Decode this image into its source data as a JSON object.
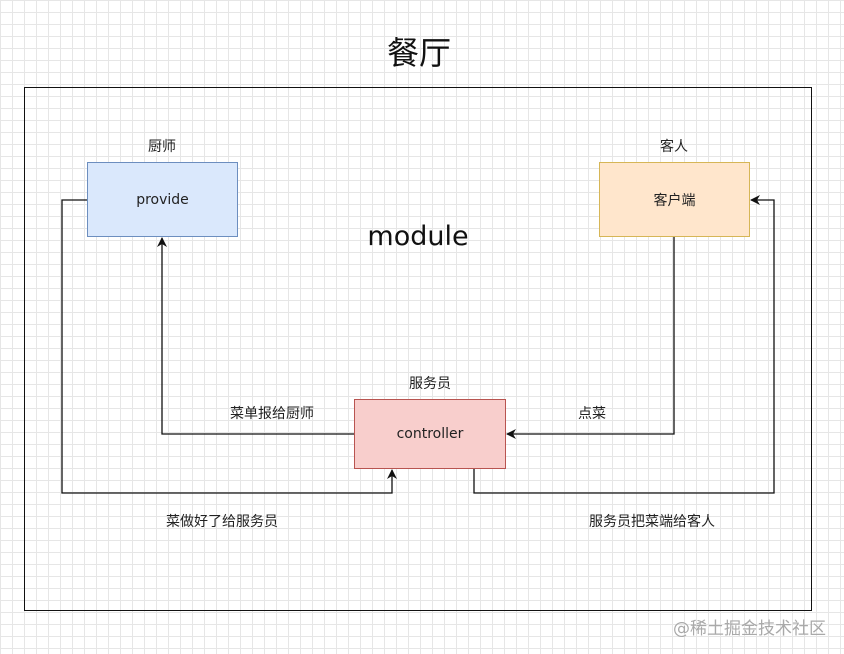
{
  "diagram": {
    "title": "餐厅",
    "center_label": "module",
    "nodes": {
      "provide": {
        "text": "provide",
        "caption": "厨师"
      },
      "client": {
        "text": "客户端",
        "caption": "客人"
      },
      "controller": {
        "text": "controller",
        "caption": "服务员"
      }
    },
    "edges": {
      "order": "点菜",
      "report_to_chef": "菜单报给厨师",
      "food_to_waiter": "菜做好了给服务员",
      "waiter_to_guest": "服务员把菜端给客人"
    },
    "colors": {
      "provide_fill": "#dae8fc",
      "provide_border": "#6c8ebf",
      "client_fill": "#ffe6cc",
      "client_border": "#d6b656",
      "controller_fill": "#f8cecc",
      "controller_border": "#b85450",
      "grid": "#e6e6e6"
    }
  },
  "watermark": "@稀土掘金技术社区"
}
